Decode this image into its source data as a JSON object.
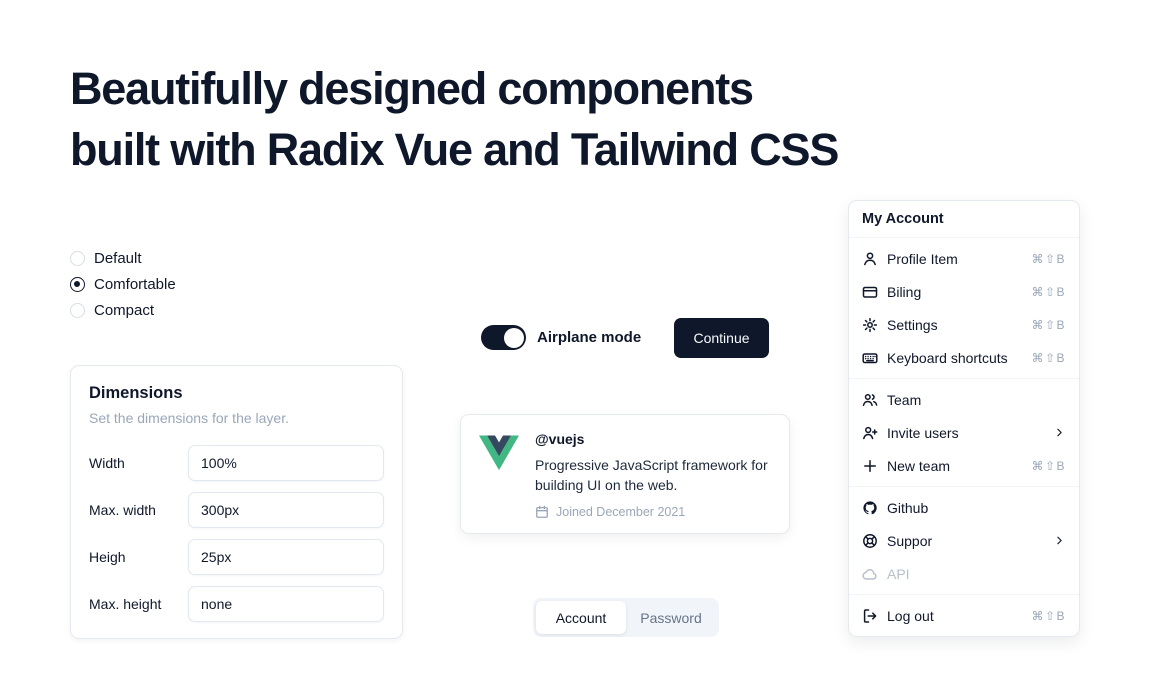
{
  "page": {
    "title_line1": "Beautifully designed components",
    "title_line2": "built with Radix Vue and Tailwind CSS"
  },
  "radio_group": {
    "options": [
      {
        "label": "Default",
        "selected": false
      },
      {
        "label": "Comfortable",
        "selected": true
      },
      {
        "label": "Compact",
        "selected": false
      }
    ]
  },
  "airplane_switch": {
    "label": "Airplane mode",
    "on": true
  },
  "continue_button": {
    "label": "Continue"
  },
  "dimensions_card": {
    "title": "Dimensions",
    "subtitle": "Set the dimensions for the layer.",
    "fields": [
      {
        "label": "Width",
        "value": "100%"
      },
      {
        "label": "Max. width",
        "value": "300px"
      },
      {
        "label": "Heigh",
        "value": "25px"
      },
      {
        "label": "Max. height",
        "value": "none"
      }
    ]
  },
  "hover_card": {
    "handle": "@vuejs",
    "description": "Progressive JavaScript framework for building UI on the web.",
    "joined": "Joined December 2021"
  },
  "tabs": {
    "items": [
      {
        "label": "Account",
        "active": true
      },
      {
        "label": "Password",
        "active": false
      }
    ]
  },
  "menu": {
    "header": "My Account",
    "groups": [
      {
        "items": [
          {
            "label": "Profile Item",
            "icon": "user-icon",
            "shortcut": "⌘⇧B"
          },
          {
            "label": "Biling",
            "icon": "credit-card-icon",
            "shortcut": "⌘⇧B"
          },
          {
            "label": "Settings",
            "icon": "gear-icon",
            "shortcut": "⌘⇧B"
          },
          {
            "label": "Keyboard shortcuts",
            "icon": "keyboard-icon",
            "shortcut": "⌘⇧B"
          }
        ]
      },
      {
        "items": [
          {
            "label": "Team",
            "icon": "users-icon"
          },
          {
            "label": "Invite users",
            "icon": "user-plus-icon",
            "submenu": true
          },
          {
            "label": "New team",
            "icon": "plus-icon",
            "shortcut": "⌘⇧B"
          }
        ]
      },
      {
        "items": [
          {
            "label": "Github",
            "icon": "github-icon"
          },
          {
            "label": "Suppor",
            "icon": "lifebuoy-icon",
            "submenu": true
          },
          {
            "label": "API",
            "icon": "cloud-icon",
            "disabled": true
          }
        ]
      },
      {
        "items": [
          {
            "label": "Log out",
            "icon": "logout-icon",
            "shortcut": "⌘⇧B"
          }
        ]
      }
    ]
  },
  "colors": {
    "accent": "#0f172a",
    "border": "#e2e8f0",
    "muted": "#94a3b8",
    "vue_green": "#41B883",
    "vue_dark": "#35495E"
  }
}
